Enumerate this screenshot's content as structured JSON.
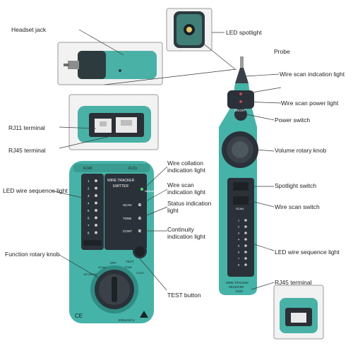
{
  "labels": {
    "headset_jack": "Headset jack",
    "led_spotlight": "LED spotlight",
    "probe": "Probe",
    "wire_scan_indication_light": "Wire scan indcation light",
    "wire_scan_power_light": "Wire scan power light",
    "power_switch": "Power switch",
    "rj11_terminal": "RJ11 terminal",
    "rj45_terminal_left": "RJ45 terminal",
    "volume_rotary_knob": "Volume rotary knob",
    "wire_collation_light": "Wire collation indication light",
    "led_wire_sequence_left": "LED wire sequence light",
    "wire_scan_light": "Wire scan indication light",
    "status_light": "Status indication light",
    "spotlight_switch": "Spotlight switch",
    "wire_scan_switch": "Wire scan switch",
    "continuity_light": "Continuity indication light",
    "function_rotary_knob": "Function rotary knob",
    "led_wire_sequence_right": "LED wire sequence light",
    "test_button": "TEST button",
    "rj45_terminal_right": "RJ45 terminal"
  },
  "device_text": {
    "emitter_port_rj45": "RJ45",
    "emitter_port_rj11": "RJ11",
    "emitter_title_1": "WIRE TRACKER",
    "emitter_title_2": "EMITTER",
    "network": "Network",
    "scan": "SCAN",
    "tone": "TONE",
    "cont": "CONT",
    "test": "TEST",
    "off": "OFF",
    "tone_knob": "TONE",
    "cont_knob": "CONT",
    "scan_knob": "SCAN",
    "network_knob": "NETWORK",
    "standard": "EN61010-1",
    "ce": "CE",
    "onoff": "ON/OFF",
    "receiver_scan": "SCAN",
    "receiver_title_1": "WIRE TRACKER",
    "receiver_title_2": "RECEIVER",
    "receiver_rj45": "RJ45"
  },
  "led_numbers": [
    "1",
    "2",
    "3",
    "4",
    "5",
    "6",
    "7",
    "8"
  ],
  "colors": {
    "teal": "#45b3a7",
    "teal_dark": "#2f8d83",
    "panel": "#2b3138",
    "label_line": "#3a3a3a"
  }
}
